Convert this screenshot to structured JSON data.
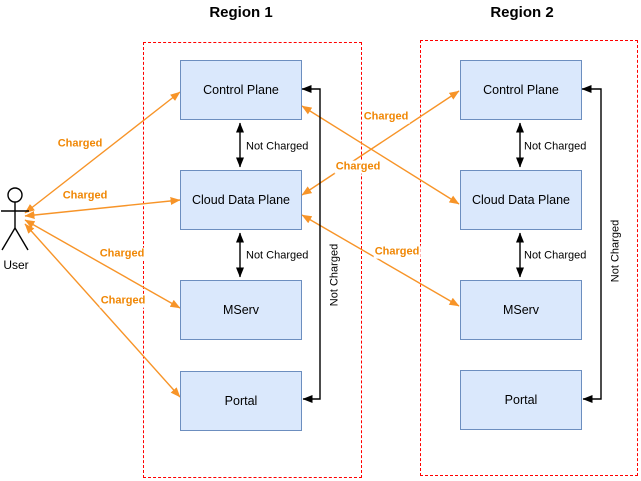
{
  "diagram": {
    "regions": [
      {
        "title": "Region 1",
        "components": [
          "Control Plane",
          "Cloud Data Plane",
          "MServ",
          "Portal"
        ]
      },
      {
        "title": "Region 2",
        "components": [
          "Control Plane",
          "Cloud Data Plane",
          "MServ",
          "Portal"
        ]
      }
    ],
    "actor": {
      "label": "User"
    },
    "edge_labels": {
      "charged": "Charged",
      "not_charged": "Not Charged"
    },
    "colors": {
      "box_fill": "#DAE8FC",
      "box_border": "#6C8EBF",
      "region_border": "#FF0000",
      "charged_orange": "#F08705",
      "arrow_black": "#000000",
      "background": "#FFFFFF"
    }
  }
}
